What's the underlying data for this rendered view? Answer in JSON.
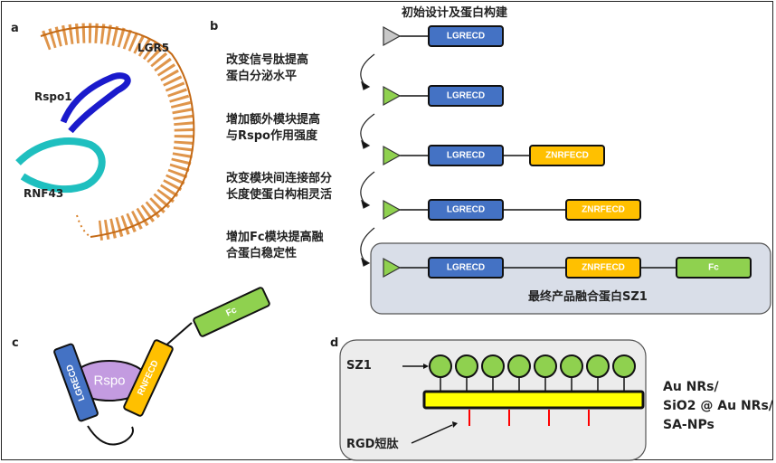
{
  "panels": {
    "a": {
      "label": "a",
      "structure_labels": {
        "lgr5": "LGR5",
        "rspo1": "Rspo1",
        "rnf43": "RNF43"
      }
    },
    "b": {
      "label": "b",
      "title": "初始设计及蛋白构建",
      "steps": [
        {
          "text": "改变信号肽提高\n蛋白分泌水平"
        },
        {
          "text": "增加额外模块提高\n与Rspo作用强度"
        },
        {
          "text": "改变模块间连接部分\n长度使蛋白构相灵活"
        },
        {
          "text": "增加Fc模块提高融\n合蛋白稳定性"
        }
      ],
      "constructs": [
        {
          "signal_color": "#c8c8c8",
          "modules": [
            "LGRECD"
          ]
        },
        {
          "signal_color": "#8fd14f",
          "modules": [
            "LGRECD"
          ]
        },
        {
          "signal_color": "#8fd14f",
          "modules": [
            "LGRECD",
            "ZNRFECD"
          ]
        },
        {
          "signal_color": "#8fd14f",
          "modules": [
            "LGRECD",
            "ZNRFECD"
          ]
        },
        {
          "signal_color": "#8fd14f",
          "modules": [
            "LGRECD",
            "ZNRFECD",
            "Fc"
          ]
        }
      ],
      "final_caption": "最终产品融合蛋白SZ1"
    },
    "c": {
      "label": "c",
      "modules": {
        "lgr": "LGRECD",
        "rspo": "Rspo",
        "rnf": "RNFECD",
        "fc": "Fc"
      }
    },
    "d": {
      "label": "d",
      "sz1_label": "SZ1",
      "rgd_label": "RGD短肽",
      "particle_count": 8,
      "rgd_count": 4,
      "np_labels": [
        "Au NRs/",
        "SiO2 @ Au NRs/",
        "SA-NPs"
      ]
    }
  },
  "colors": {
    "lgr": "#4472c4",
    "znrf": "#ffc000",
    "fc": "#8fd14f",
    "rspo": "#c39be0",
    "final_bg": "#d9dee8",
    "d_bg": "#ececec",
    "bar": "#ffff00",
    "rgd": "#ff0000",
    "lgr5": "#d9822b",
    "rspo1": "#1a1acc",
    "rnf43": "#1fbfbf"
  }
}
